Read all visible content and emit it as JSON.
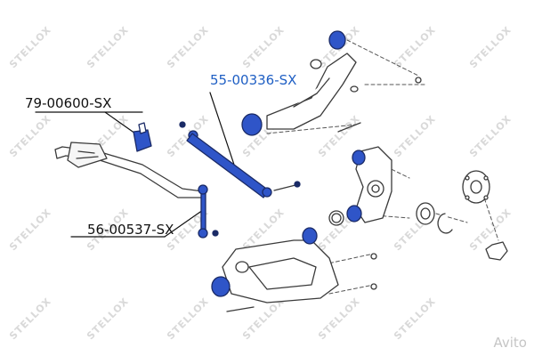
{
  "labels": {
    "primary": {
      "text": "55-00336-SX",
      "color": "#1f5fc4"
    },
    "stabilizer_bushing": {
      "text": "79-00600-SX",
      "color": "#111111"
    },
    "stabilizer_link": {
      "text": "56-00537-SX",
      "color": "#111111"
    }
  },
  "watermark": {
    "text": "STELLOX"
  },
  "avito": {
    "text": "Avito"
  },
  "colors": {
    "highlight": "#2f55c8",
    "outline": "#3a3a3a",
    "leader": "#111111",
    "dash": "#555555"
  }
}
